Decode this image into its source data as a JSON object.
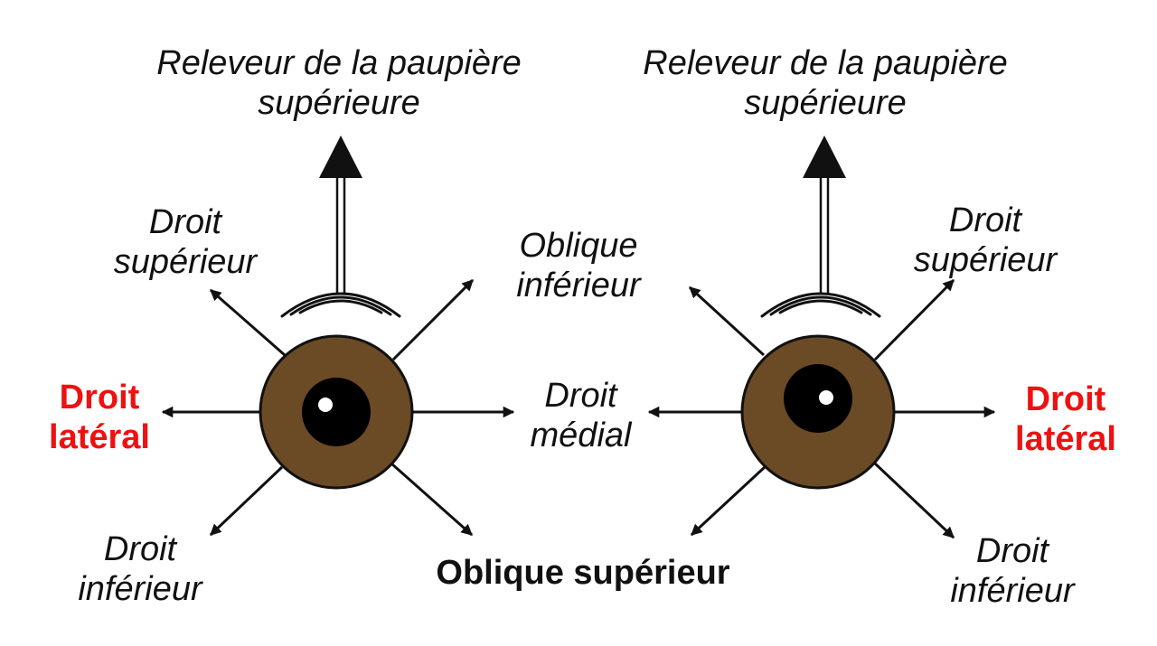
{
  "colors": {
    "iris": "#6b4a26",
    "pupil": "#000000",
    "highlight": "#ffffff",
    "arrow": "#111111",
    "lateral_label": "#ee1111"
  },
  "shared": {
    "oblique_superieur": "Oblique supérieur"
  },
  "left_eye": {
    "releveur": [
      "Releveur de la paupière",
      "supérieure"
    ],
    "droit_superieur": [
      "Droit",
      "supérieur"
    ],
    "oblique_inferieur": [
      "Oblique",
      "inférieur"
    ],
    "droit_lateral": [
      "Droit",
      "latéral"
    ],
    "droit_medial": [
      "Droit",
      "médial"
    ],
    "droit_inferieur": [
      "Droit",
      "inférieur"
    ]
  },
  "right_eye": {
    "releveur": [
      "Releveur de la paupière",
      "supérieure"
    ],
    "droit_superieur": [
      "Droit",
      "supérieur"
    ],
    "droit_lateral": [
      "Droit",
      "latéral"
    ],
    "droit_inferieur": [
      "Droit",
      "inférieur"
    ]
  }
}
